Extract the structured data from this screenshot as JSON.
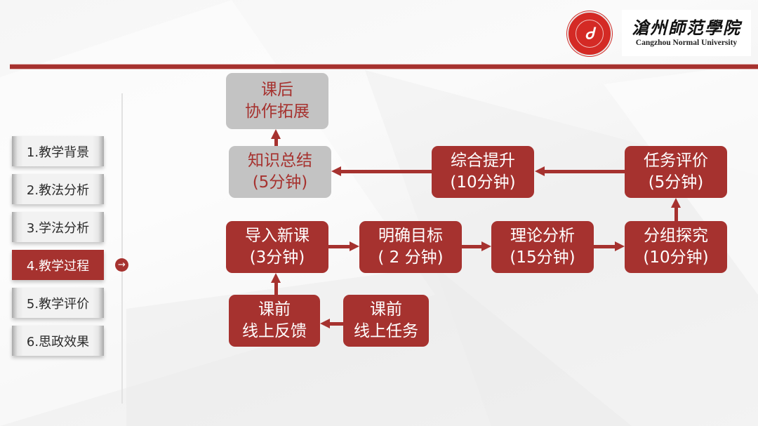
{
  "header": {
    "logo": {
      "seal_glyph": "Ꮷ",
      "name_cn": "滄州師范學院",
      "name_en": "Cangzhou Normal University"
    }
  },
  "sidebar": {
    "items": [
      {
        "label": "1.教学背景",
        "active": false
      },
      {
        "label": "2.教法分析",
        "active": false
      },
      {
        "label": "3.学法分析",
        "active": false
      },
      {
        "label": "4.教学过程",
        "active": true
      },
      {
        "label": "5.教学评价",
        "active": false
      },
      {
        "label": "6.思政效果",
        "active": false
      }
    ],
    "active_indicator_icon": "arrow-right-circle-icon",
    "active_indicator_glyph": "→"
  },
  "flow": {
    "nodes": {
      "after_class": {
        "line1": "课后",
        "line2": "协作拓展",
        "style": "gray"
      },
      "summary": {
        "line1": "知识总结",
        "line2": "(5分钟)",
        "style": "gray"
      },
      "synthesis": {
        "line1": "综合提升",
        "line2": "(10分钟)",
        "style": "red"
      },
      "task_eval": {
        "line1": "任务评价",
        "line2": "(5分钟)",
        "style": "red"
      },
      "intro": {
        "line1": "导入新课",
        "line2": "(3分钟)",
        "style": "red"
      },
      "goals": {
        "line1": "明确目标",
        "line2": "( 2 分钟)",
        "style": "red"
      },
      "theory": {
        "line1": "理论分析",
        "line2": "(15分钟)",
        "style": "red"
      },
      "group": {
        "line1": "分组探究",
        "line2": "(10分钟)",
        "style": "red"
      },
      "pre_feedback": {
        "line1": "课前",
        "line2": "线上反馈",
        "style": "red"
      },
      "pre_task": {
        "line1": "课前",
        "line2": "线上任务",
        "style": "red"
      }
    }
  },
  "colors": {
    "accent": "#a6322f",
    "gray_box": "#c3c3c3",
    "seal_red": "#d42a25",
    "nav_bg": "#f2f2f2"
  }
}
